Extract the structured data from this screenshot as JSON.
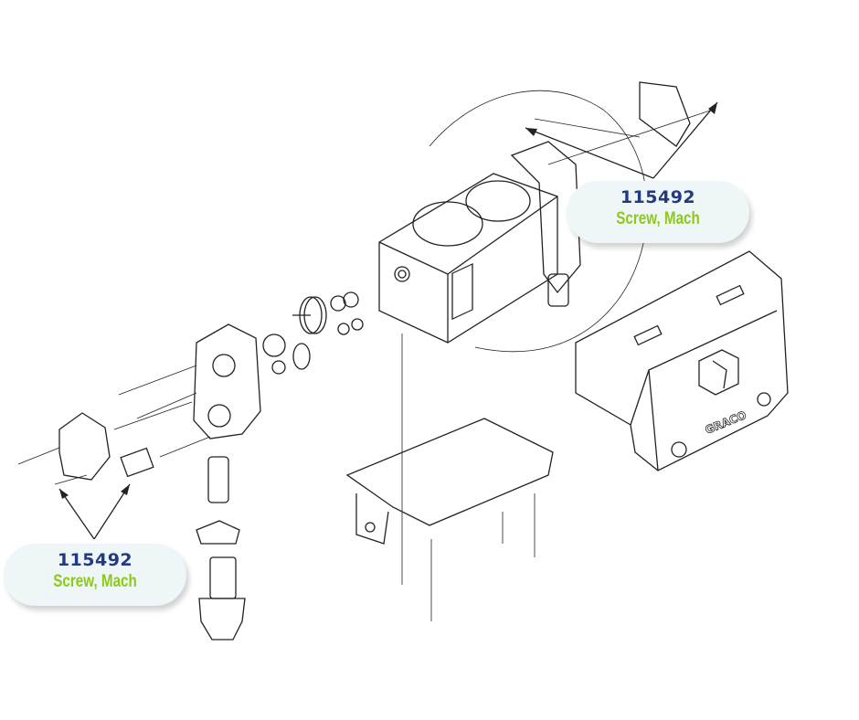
{
  "diagram": {
    "brand_logo": "GRACO",
    "callouts": [
      {
        "part_number": "115492",
        "description": "Screw, Mach"
      },
      {
        "part_number": "115492",
        "description": "Screw, Mach"
      }
    ],
    "colors": {
      "part_number": "#233a80",
      "description": "#8cc919",
      "callout_bg": "#eef6f8"
    }
  }
}
